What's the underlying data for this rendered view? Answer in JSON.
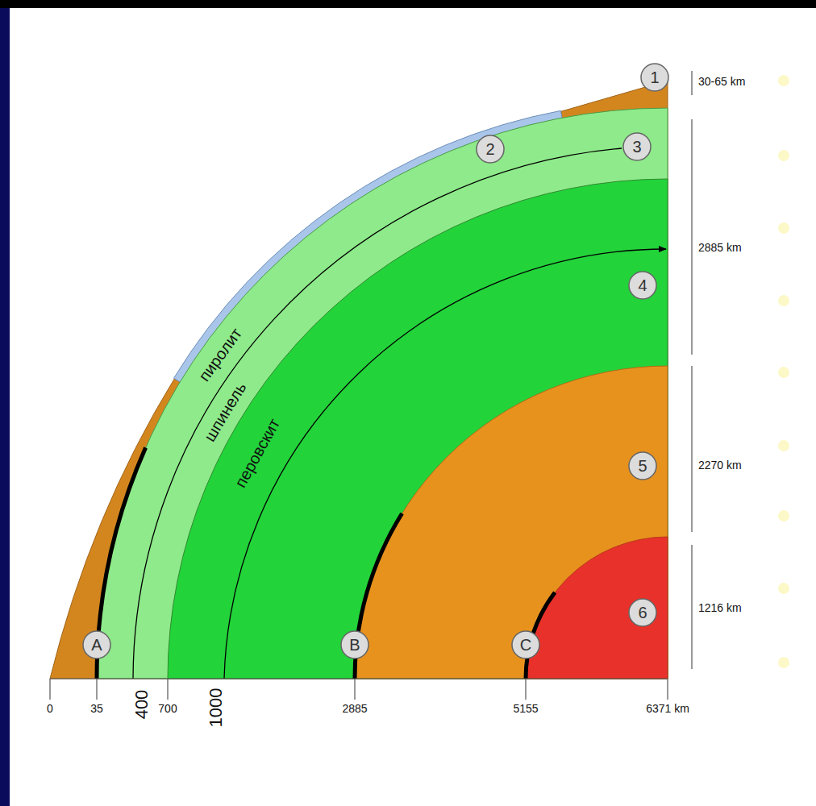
{
  "diagram": {
    "nodes": [
      {
        "text": [
          "1"
        ]
      },
      {
        "text": [
          "2"
        ]
      },
      {
        "text": [
          "3"
        ]
      },
      {
        "text": [
          "4"
        ]
      },
      {
        "text": [
          "5"
        ]
      },
      {
        "text": [
          "6"
        ]
      },
      {
        "text": [
          "A"
        ]
      },
      {
        "text": [
          "B"
        ]
      },
      {
        "text": [
          "C"
        ]
      }
    ],
    "labels": [
      "30-65 km",
      "2885 km",
      "2270 km",
      "1216 km",
      "пиролит",
      "шпинель",
      "перовскит",
      "0",
      "35",
      "400",
      "700",
      "1000",
      "2885",
      "5155",
      "6371 km"
    ]
  }
}
